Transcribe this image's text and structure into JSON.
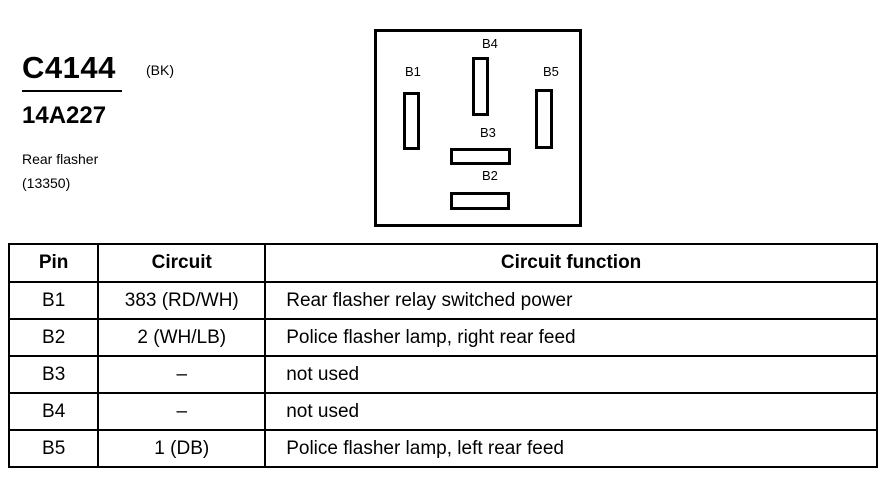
{
  "header": {
    "connector_id": "C4144",
    "connector_color": "(BK)",
    "part_number": "14A227",
    "component_name": "Rear flasher",
    "component_code": "(13350)"
  },
  "connector_diagram": {
    "pins": [
      "B1",
      "B4",
      "B5",
      "B3",
      "B2"
    ]
  },
  "table": {
    "headers": [
      "Pin",
      "Circuit",
      "Circuit function"
    ],
    "rows": [
      [
        "B1",
        "383 (RD/WH)",
        "Rear flasher relay switched power"
      ],
      [
        "B2",
        "2 (WH/LB)",
        "Police flasher lamp, right rear feed"
      ],
      [
        "B3",
        "–",
        "not used"
      ],
      [
        "B4",
        "–",
        "not used"
      ],
      [
        "B5",
        "1 (DB)",
        "Police flasher lamp, left rear feed"
      ]
    ]
  }
}
